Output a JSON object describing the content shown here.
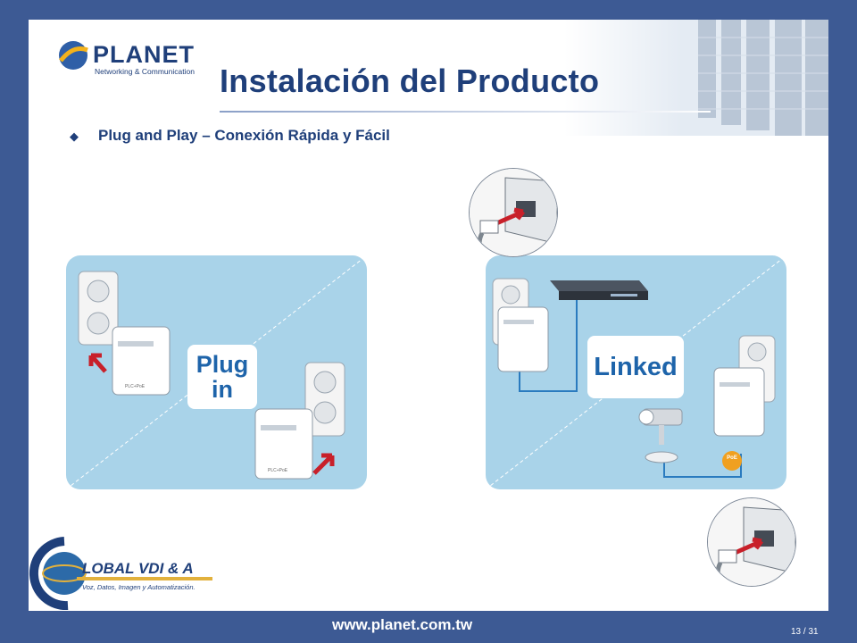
{
  "brand": {
    "planet_logo_text": "PLANET",
    "planet_tagline": "Networking & Communication",
    "partner_logo_text": "LOBAL VDI & A",
    "partner_tagline": "Voz, Datos, Imagen y Automatización."
  },
  "slide": {
    "title": "Instalación del Producto",
    "bullet_icon": "diamond-bullet-icon",
    "subtitle": "Plug and Play – Conexión Rápida y Fácil"
  },
  "panels": {
    "left_label_line1": "Plug",
    "left_label_line2": "in",
    "right_label": "Linked",
    "poe_badge": "PoE"
  },
  "footer": {
    "url": "www.planet.com.tw",
    "page": "13 / 31"
  },
  "colors": {
    "background": "#3d5a94",
    "title": "#1f3f7a",
    "panel": "#a9d3e9",
    "label": "#1e64aa",
    "arrow": "#c8202a",
    "cable": "#2a7bbf",
    "poe": "#f0a020"
  }
}
